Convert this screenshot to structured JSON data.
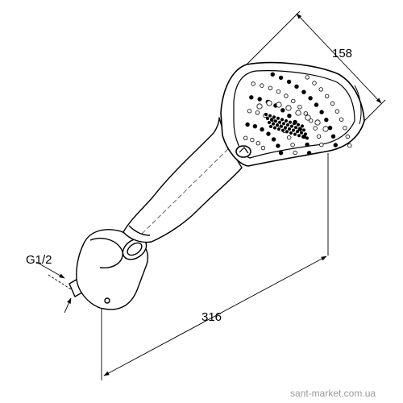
{
  "drawing": {
    "subject": "hand shower with wall bracket",
    "dimensions": {
      "width": "158",
      "length": "316",
      "thread": "G1/2"
    },
    "watermark": "sant-market.com.ua"
  }
}
